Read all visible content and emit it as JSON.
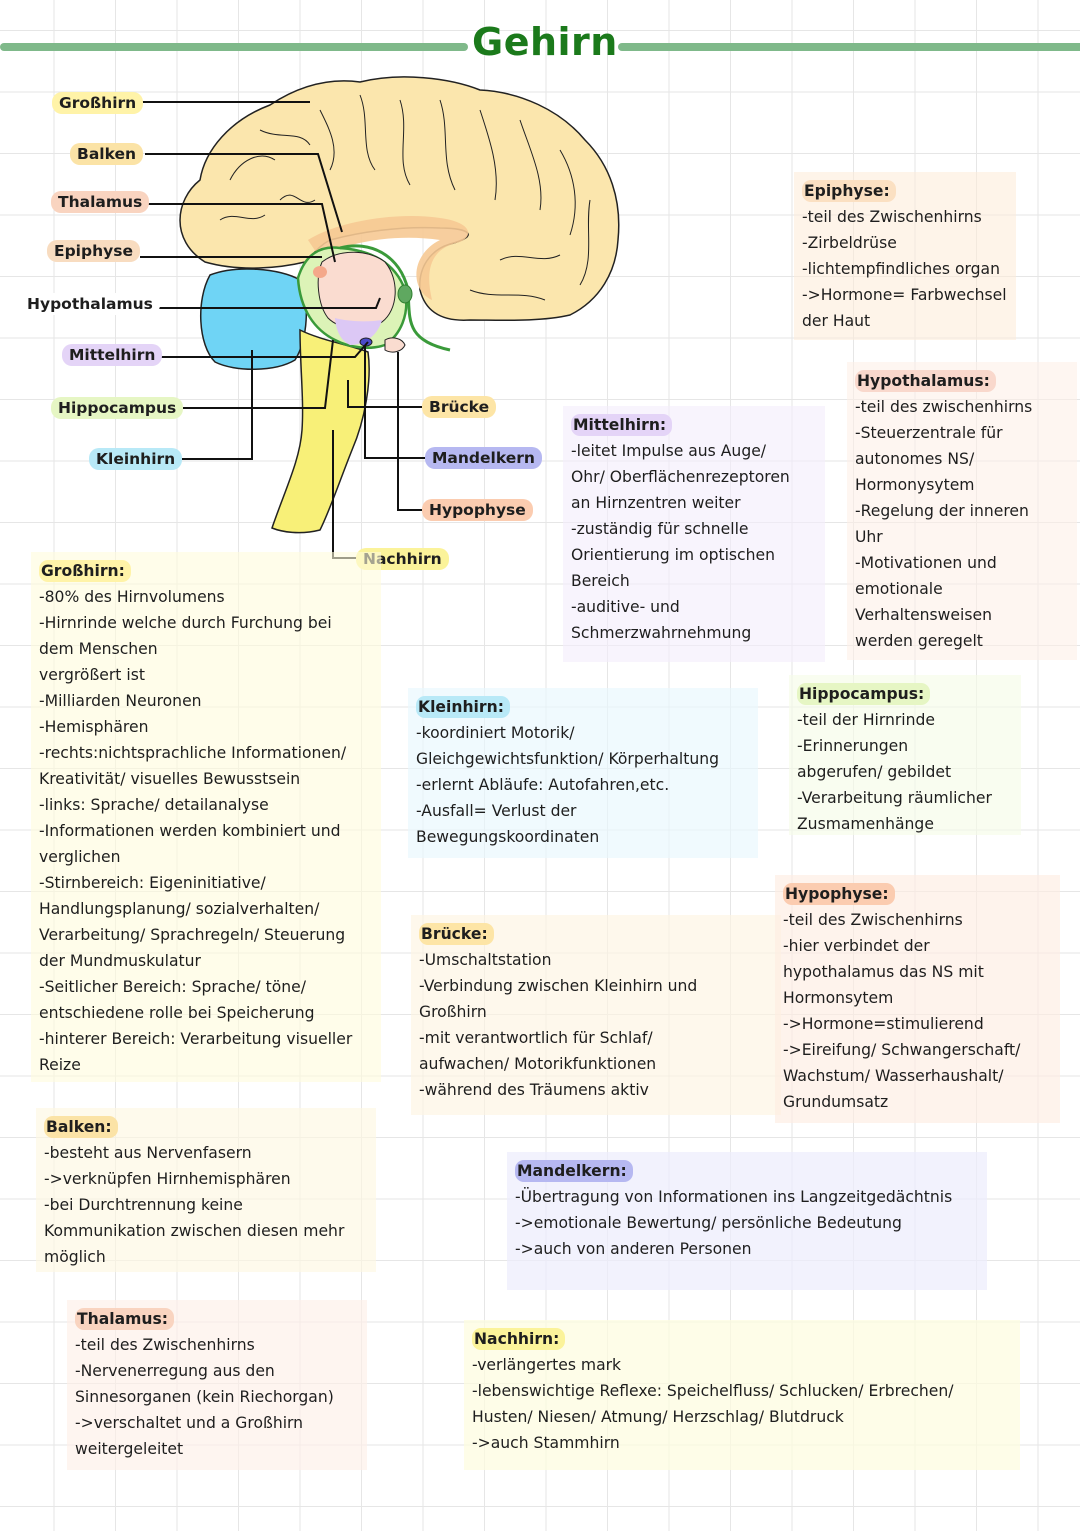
{
  "title": "Gehirn",
  "colors": {
    "title_green": "#1b7a1b",
    "title_line": "#7fb98a",
    "grosshirn": "#fff3a8",
    "balken": "#fbe3a6",
    "thalamus": "#f9d4c0",
    "epiphyse": "#f8dcc0",
    "hypothalamus": "#f8d8cc",
    "mittelhirn": "#e4d4f7",
    "hippocampus": "#e6f6c4",
    "kleinhirn": "#b8e9f7",
    "bruecke": "#fde5a6",
    "mandelkern": "#b6b8f1",
    "hypophyse": "#fbccb0",
    "nachhirn": "#fbf39a"
  },
  "diagram": {
    "labels_left": [
      {
        "text": "Großhirn"
      },
      {
        "text": "Balken"
      },
      {
        "text": "Thalamus"
      },
      {
        "text": "Epiphyse"
      },
      {
        "text": "Hypothalamus"
      },
      {
        "text": "Mittelhirn"
      },
      {
        "text": "Hippocampus"
      },
      {
        "text": "Kleinhirn"
      }
    ],
    "labels_right": [
      {
        "text": "Brücke"
      },
      {
        "text": "Mandelkern"
      },
      {
        "text": "Hypophyse"
      },
      {
        "text": "Nachhirn"
      }
    ]
  },
  "notes": {
    "epiphyse": {
      "heading": "Epiphyse:",
      "lines": [
        "-teil des Zwischenhirns",
        "-Zirbeldrüse",
        "-lichtempfindliches organ",
        "->Hormone= Farbwechsel",
        "der Haut"
      ]
    },
    "hypothalamus": {
      "heading": "Hypothalamus:",
      "lines": [
        "-teil des zwischenhirns",
        "-Steuerzentrale für",
        "autonomes NS/",
        "Hormonysytem",
        "-Regelung der inneren",
        "Uhr",
        "-Motivationen und",
        "emotionale",
        "Verhaltensweisen",
        "werden geregelt"
      ]
    },
    "mittelhirn": {
      "heading": "Mittelhirn:",
      "lines": [
        "-leitet Impulse aus Auge/",
        "Ohr/ Oberflächenrezeptoren",
        "an Hirnzentren weiter",
        "-zuständig für schnelle",
        "Orientierung im optischen",
        "Bereich",
        "-auditive- und",
        "Schmerzwahrnehmung"
      ]
    },
    "grosshirn": {
      "heading": "Großhirn:",
      "lines": [
        "-80% des Hirnvolumens",
        "-Hirnrinde welche durch Furchung bei",
        "dem Menschen",
        "vergrößert ist",
        "-Milliarden Neuronen",
        "-Hemisphären",
        "-rechts:nichtsprachliche Informationen/",
        "Kreativität/ visuelles Bewusstsein",
        "-links: Sprache/ detailanalyse",
        "-Informationen werden kombiniert und",
        "verglichen",
        "-Stirnbereich: Eigeninitiative/",
        "Handlungsplanung/ sozialverhalten/",
        "Verarbeitung/ Sprachregeln/ Steuerung",
        "der Mundmuskulatur",
        "-Seitlicher Bereich: Sprache/ töne/",
        "entschiedene rolle bei Speicherung",
        "-hinterer Bereich: Verarbeitung visueller",
        "Reize"
      ]
    },
    "kleinhirn": {
      "heading": "Kleinhirn:",
      "lines": [
        "-koordiniert Motorik/",
        "Gleichgewichtsfunktion/ Körperhaltung",
        "-erlernt Abläufe: Autofahren,etc.",
        "-Ausfall= Verlust der",
        "Bewegungskoordinaten"
      ]
    },
    "hippocampus": {
      "heading": "Hippocampus:",
      "lines": [
        "-teil der Hirnrinde",
        "-Erinnerungen",
        "abgerufen/ gebildet",
        "-Verarbeitung räumlicher",
        "Zusmamenhänge"
      ]
    },
    "bruecke": {
      "heading": "Brücke:",
      "lines": [
        "-Umschaltstation",
        "-Verbindung zwischen Kleinhirn und",
        "Großhirn",
        "-mit verantwortlich für Schlaf/",
        "aufwachen/ Motorikfunktionen",
        "-während des Träumens aktiv"
      ]
    },
    "hypophyse": {
      "heading": "Hypophyse:",
      "lines": [
        "-teil des Zwischenhirns",
        "-hier verbindet der",
        "hypothalamus das NS mit",
        "Hormonsytem",
        "->Hormone=stimulierend",
        "->Eireifung/ Schwangerschaft/",
        "Wachstum/ Wasserhaushalt/",
        "Grundumsatz"
      ]
    },
    "balken": {
      "heading": "Balken:",
      "lines": [
        "-besteht aus Nervenfasern",
        "->verknüpfen Hirnhemisphären",
        "-bei Durchtrennung keine",
        "Kommunikation zwischen diesen mehr",
        "möglich"
      ]
    },
    "mandelkern": {
      "heading": "Mandelkern:",
      "lines": [
        "-Übertragung von Informationen ins Langzeitgedächtnis",
        "->emotionale Bewertung/ persönliche Bedeutung",
        "->auch von anderen Personen"
      ]
    },
    "thalamus": {
      "heading": "Thalamus:",
      "lines": [
        "-teil des Zwischenhirns",
        "-Nervenerregung aus den",
        "Sinnesorganen (kein Riechorgan)",
        "->verschaltet und a Großhirn",
        "weitergeleitet"
      ]
    },
    "nachhirn": {
      "heading": "Nachhirn:",
      "lines": [
        "-verlängertes mark",
        "-lebenswichtige Reflexe: Speichelfluss/ Schlucken/ Erbrechen/",
        "Husten/ Niesen/ Atmung/ Herzschlag/ Blutdruck",
        "->auch Stammhirn"
      ]
    }
  }
}
